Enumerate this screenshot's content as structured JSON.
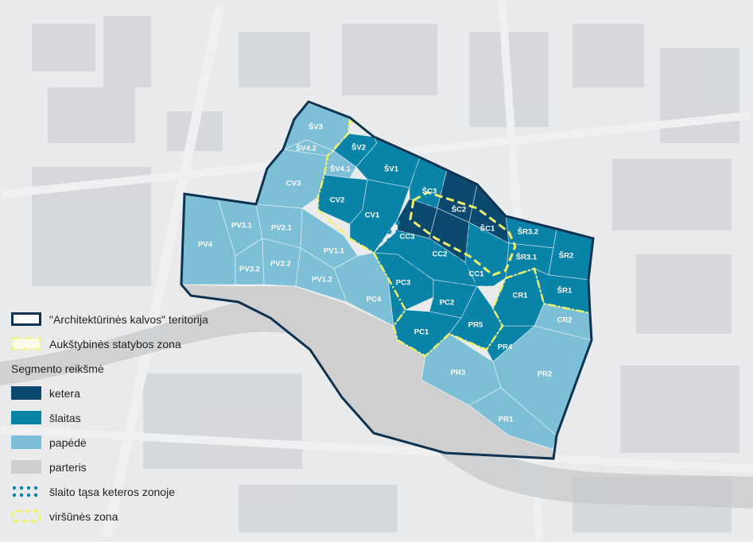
{
  "map": {
    "segment_labels": {
      "SV3": "ŠV3",
      "SV42": "ŠV4.2",
      "SV2": "ŠV2",
      "SV1": "ŠV1",
      "SV41": "ŠV4.1",
      "CV3": "CV3",
      "CV2": "CV2",
      "CV1": "CV1",
      "SC3": "ŠC3",
      "SC2": "ŠC2",
      "SC1": "ŠC1",
      "CC3": "CC3",
      "CC2": "CC2",
      "CC1": "CC1",
      "PV4": "PV4",
      "PV31": "PV3.1",
      "PV32": "PV3.2",
      "PV21": "PV2.1",
      "PV22": "PV2.2",
      "PV11": "PV1.1",
      "PV12": "PV1.2",
      "PC3": "PC3",
      "PC4": "PC4",
      "PC2": "PC2",
      "PC1": "PC1",
      "PR5": "PR5",
      "PR4": "PR4",
      "PR3": "PR3",
      "PR2": "PR2",
      "PR1": "PR1",
      "SR32": "ŠR3.2",
      "SR31": "ŠR3.1",
      "SR2": "ŠR2",
      "SR1": "ŠR1",
      "CR1": "CR1",
      "CR2": "CR2"
    },
    "colors": {
      "ketera": "#0b4a6e",
      "slaitas": "#0a83a8",
      "papede": "#7cbfd6",
      "parteris": "#cfcfcf",
      "outline": "#0d3350",
      "yellow": "#eef26a"
    }
  },
  "legend": {
    "territory": "\"Architektūrinės kalvos\" teritorija",
    "high_zone": "Aukštybinės statybos zona",
    "heading": "Segmento reikšmė",
    "ketera": "ketera",
    "slaitas": "šlaitas",
    "papede": "papėdė",
    "parteris": "parteris",
    "dotted": "šlaito tąsa keteros zonoje",
    "summit": "viršūnės zona"
  }
}
